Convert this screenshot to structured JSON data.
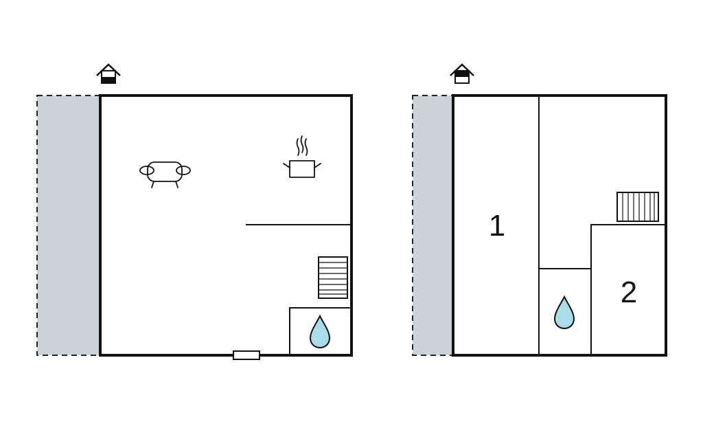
{
  "colors": {
    "terrace_fill": "#cbd3d6",
    "water_fill": "#a9dbe8",
    "wall": "#111111",
    "background": "#ffffff"
  },
  "ground_floor": {
    "rooms": [
      {
        "name": "living-area",
        "icon": "sofa-icon"
      },
      {
        "name": "kitchen",
        "icon": "cooking-pot-icon"
      },
      {
        "name": "bathroom",
        "icon": "water-drop-icon"
      }
    ],
    "features": [
      "stairs-icon",
      "entrance-door",
      "terrace",
      "house-entrance-icon"
    ]
  },
  "first_floor": {
    "rooms": [
      {
        "name": "bedroom-1",
        "label": "1"
      },
      {
        "name": "bedroom-2",
        "label": "2"
      },
      {
        "name": "bathroom",
        "icon": "water-drop-icon"
      }
    ],
    "features": [
      "stairs-icon",
      "terrace",
      "house-entrance-icon"
    ]
  }
}
